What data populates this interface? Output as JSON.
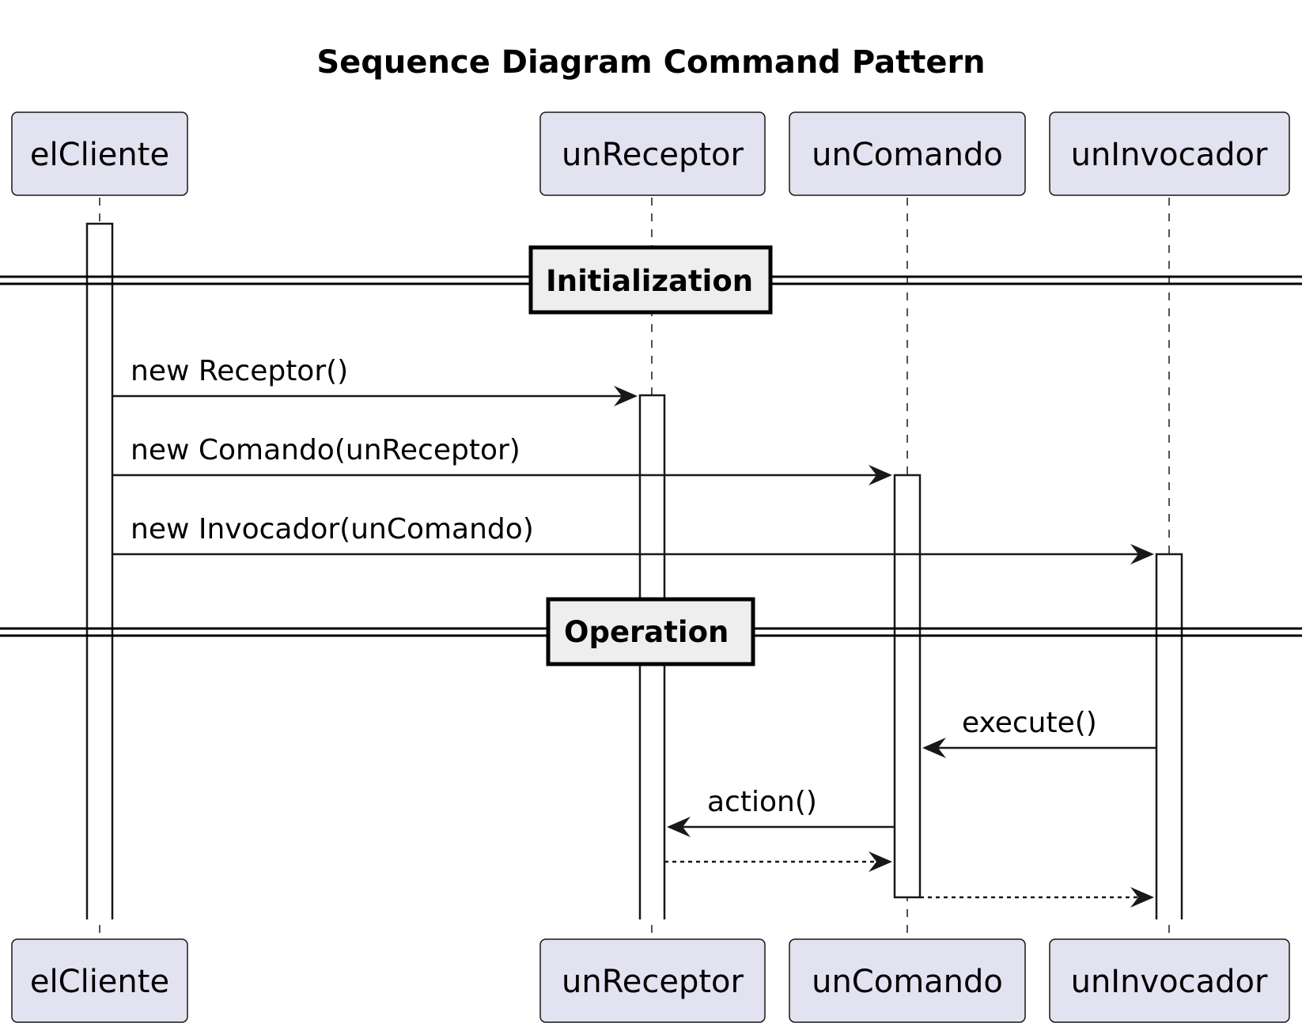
{
  "diagram": {
    "title": "Sequence Diagram Command Pattern",
    "participants": [
      {
        "id": "elCliente",
        "label": "elCliente"
      },
      {
        "id": "unReceptor",
        "label": "unReceptor"
      },
      {
        "id": "unComando",
        "label": "unComando"
      },
      {
        "id": "unInvocador",
        "label": "unInvocador"
      }
    ],
    "dividers": [
      {
        "label": "Initialization"
      },
      {
        "label": "Operation"
      }
    ],
    "messages": [
      {
        "from": "elCliente",
        "to": "unReceptor",
        "label": "new Receptor()",
        "style": "solid"
      },
      {
        "from": "elCliente",
        "to": "unComando",
        "label": "new Comando(unReceptor)",
        "style": "solid"
      },
      {
        "from": "elCliente",
        "to": "unInvocador",
        "label": "new Invocador(unComando)",
        "style": "solid"
      },
      {
        "from": "unInvocador",
        "to": "unComando",
        "label": "execute()",
        "style": "solid"
      },
      {
        "from": "unComando",
        "to": "unReceptor",
        "label": "action()",
        "style": "solid"
      },
      {
        "from": "unReceptor",
        "to": "unComando",
        "label": "",
        "style": "dashed"
      },
      {
        "from": "unComando",
        "to": "unInvocador",
        "label": "",
        "style": "dashed"
      }
    ]
  }
}
